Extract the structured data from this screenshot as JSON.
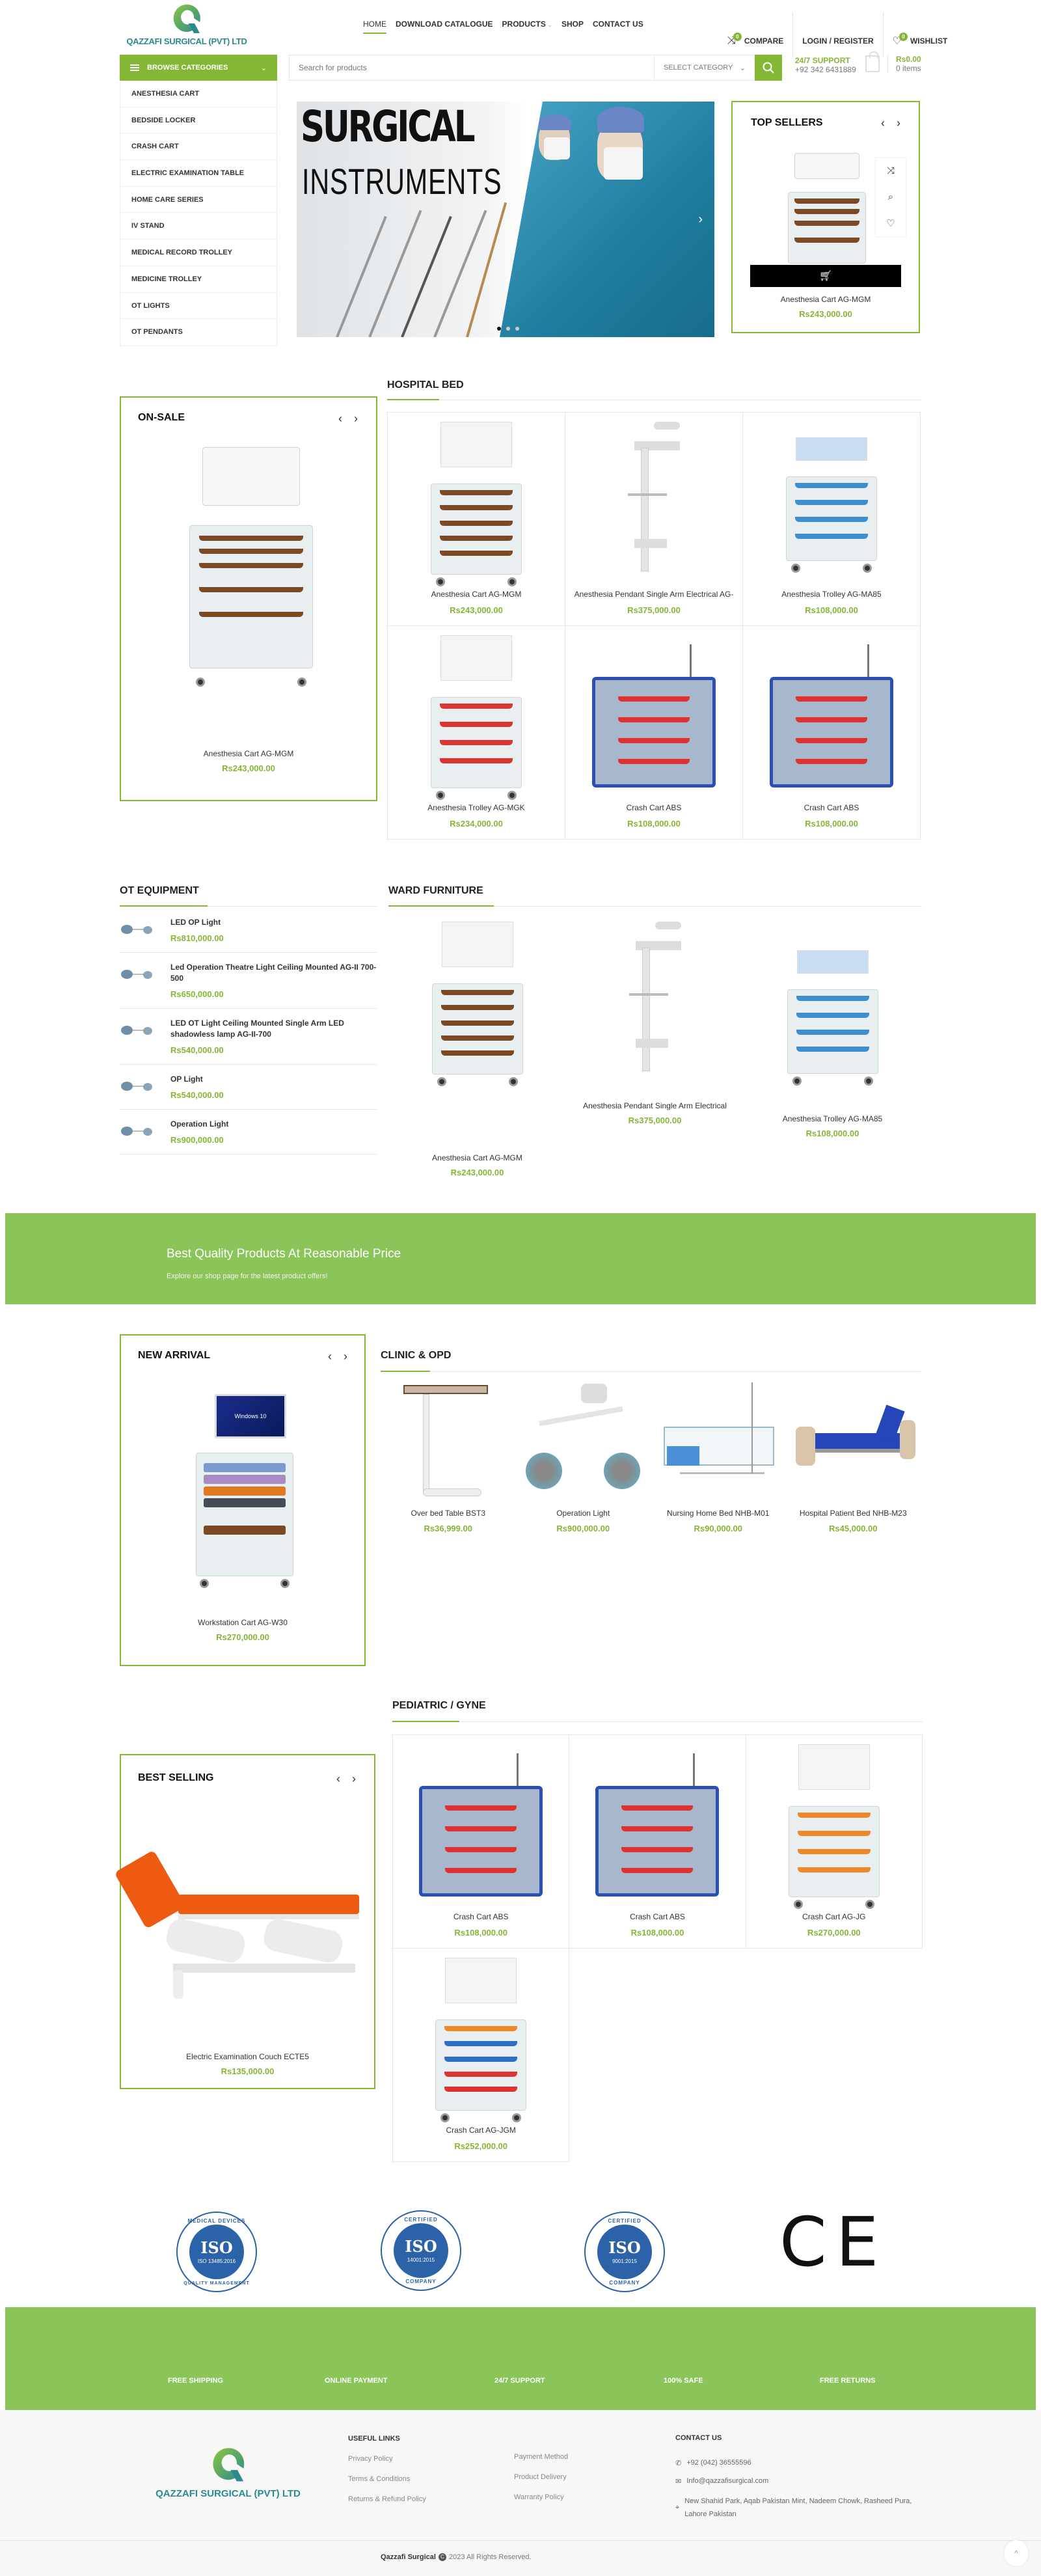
{
  "brand": {
    "name": "QAZZAFI SURGICAL (PVT) LTD",
    "accent": "#83b735",
    "teal": "#2a8a8e"
  },
  "nav": {
    "items": [
      {
        "label": "HOME",
        "active": true
      },
      {
        "label": "DOWNLOAD CATALOGUE"
      },
      {
        "label": "PRODUCTS",
        "has_dropdown": true
      },
      {
        "label": "SHOP"
      },
      {
        "label": "CONTACT US"
      }
    ]
  },
  "header_actions": {
    "compare_label": "COMPARE",
    "compare_count": "0",
    "login_label": "LOGIN / REGISTER",
    "wishlist_label": "WISHLIST",
    "wishlist_count": "0"
  },
  "browse": {
    "label": "BROWSE CATEGORIES"
  },
  "search": {
    "placeholder": "Search for products",
    "category_label": "SELECT CATEGORY"
  },
  "support": {
    "title": "24/7 SUPPORT",
    "phone": "+92 342 6431889"
  },
  "cart": {
    "total": "Rs0.00",
    "items": "0 items"
  },
  "categories": [
    "ANESTHESIA CART",
    "BEDSIDE LOCKER",
    "CRASH CART",
    "ELECTRIC EXAMINATION TABLE",
    "HOME CARE SERIES",
    "IV STAND",
    "MEDICAL RECORD TROLLEY",
    "MEDICINE TROLLEY",
    "OT LIGHTS",
    "OT PENDANTS"
  ],
  "hero": {
    "line1": "SURGICAL",
    "line2": "INSTRUMENTS",
    "slides": 3,
    "active_slide": 1
  },
  "top_sellers": {
    "title": "TOP SELLERS",
    "product": {
      "name": "Anesthesia Cart AG-MGM",
      "price": "Rs243,000.00"
    }
  },
  "on_sale": {
    "title": "ON-SALE",
    "product": {
      "name": "Anesthesia Cart AG-MGM",
      "price": "Rs243,000.00"
    }
  },
  "hospital_bed": {
    "title": "HOSPITAL BED",
    "products": [
      {
        "name": "Anesthesia Cart AG-MGM",
        "price": "Rs243,000.00"
      },
      {
        "name": "Anesthesia Pendant Single Arm Electrical AG-",
        "price": "Rs375,000.00"
      },
      {
        "name": "Anesthesia Trolley AG-MA85",
        "price": "Rs108,000.00"
      },
      {
        "name": "Anesthesia Trolley AG-MGK",
        "price": "Rs234,000.00"
      },
      {
        "name": "Crash Cart ABS",
        "price": "Rs108,000.00"
      },
      {
        "name": "Crash Cart ABS",
        "price": "Rs108,000.00"
      }
    ]
  },
  "ot_equipment": {
    "title": "OT EQUIPMENT",
    "products": [
      {
        "name": "LED OP Light",
        "price": "Rs810,000.00"
      },
      {
        "name": "Led Operation Theatre Light Ceiling Mounted AG-II 700-500",
        "price": "Rs650,000.00"
      },
      {
        "name": "LED OT Light Ceiling Mounted Single Arm LED shadowless lamp AG-II-700",
        "price": "Rs540,000.00"
      },
      {
        "name": "OP Light",
        "price": "Rs540,000.00"
      },
      {
        "name": "Operation Light",
        "price": "Rs900,000.00"
      }
    ]
  },
  "ward_furniture": {
    "title": "WARD FURNITURE",
    "products": [
      {
        "name": "Anesthesia Cart AG-MGM",
        "price": "Rs243,000.00"
      },
      {
        "name": "Anesthesia Pendant Single Arm Electrical",
        "price": "Rs375,000.00"
      },
      {
        "name": "Anesthesia Trolley AG-MA85",
        "price": "Rs108,000.00"
      }
    ]
  },
  "promo": {
    "title": "Best Quality Products At Reasonable Price",
    "subtitle": "Explore our shop page for the latest product offers!"
  },
  "new_arrival": {
    "title": "NEW ARRIVAL",
    "product": {
      "name": "Workstation Cart AG-W30",
      "price": "Rs270,000.00",
      "screen_text": "Windows 10"
    }
  },
  "clinic_opd": {
    "title": "CLINIC & OPD",
    "products": [
      {
        "name": "Over bed Table BST3",
        "price": "Rs36,999.00"
      },
      {
        "name": "Operation Light",
        "price": "Rs900,000.00"
      },
      {
        "name": "Nursing Home Bed NHB-M01",
        "price": "Rs90,000.00"
      },
      {
        "name": "Hospital Patient Bed NHB-M23",
        "price": "Rs45,000.00"
      }
    ]
  },
  "pediatric": {
    "title": "PEDIATRIC / GYNE",
    "products": [
      {
        "name": "Crash Cart ABS",
        "price": "Rs108,000.00"
      },
      {
        "name": "Crash Cart ABS",
        "price": "Rs108,000.00"
      },
      {
        "name": "Crash Cart AG-JG",
        "price": "Rs270,000.00"
      },
      {
        "name": "Crash Cart AG-JGM",
        "price": "Rs252,000.00"
      }
    ]
  },
  "best_selling": {
    "title": "BEST SELLING",
    "product": {
      "name": "Electric Examination Couch ECTE5",
      "price": "Rs135,000.00"
    }
  },
  "certifications": [
    {
      "top": "MEDICAL DEVICES",
      "mark": "ISO",
      "code": "ISO 13485:2016",
      "bottom": "QUALITY MANAGEMENT"
    },
    {
      "top": "CERTIFIED",
      "mark": "ISO",
      "code": "14001:2015",
      "bottom": "COMPANY"
    },
    {
      "top": "CERTIFIED",
      "mark": "ISO",
      "code": "9001:2015",
      "bottom": "COMPANY"
    },
    {
      "mark": "CE"
    }
  ],
  "features": [
    "FREE SHIPPING",
    "ONLINE PAYMENT",
    "24/7 SUPPORT",
    "100% SAFE",
    "FREE RETURNS"
  ],
  "footer": {
    "useful_links_title": "USEFUL LINKS",
    "links_col1": [
      "Privacy Policy",
      "Terms & Conditions",
      "Returns & Refund Policy"
    ],
    "links_col2": [
      "Payment Method",
      "Product Delivery",
      "Warranty Policy"
    ],
    "contact_title": "CONTACT US",
    "phone": "+92 (042) 36555596",
    "email": "Info@qazzafisurgical.com",
    "address": "New Shahid Park, Aqab Pakistan Mint, Nadeem Chowk, Rasheed Pura, Lahore Pakistan",
    "copyright_brand": "Qazzafi Surgical",
    "copyright_rest": "2023 All Rights Reserved."
  }
}
